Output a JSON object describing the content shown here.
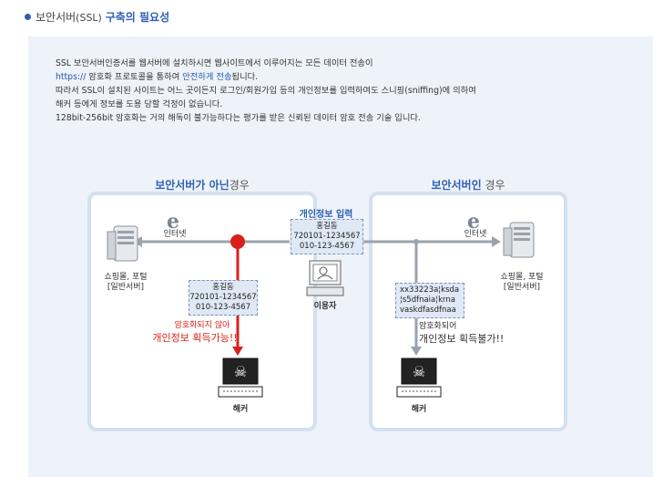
{
  "header": {
    "prefix": "보안서버",
    "ssl": "(SSL)",
    "strong": "구축의 필요성"
  },
  "intro": {
    "line1": "SSL 보안서버인증서를 웹서버에 설치하시면 웹사이트에서 이루어지는 모든 데이터 전송이",
    "line2_link": "https://",
    "line2_mid": " 암호화 프로토콜을 통하여 ",
    "line2_safe": "안전하게 전송",
    "line2_end": "됩니다.",
    "line3": "따라서 SSL이 설치된 사이트는 어느 곳이든지 로그인/회원가입 등의 개인정보를 입력하여도 스니핑(sniffing)에 의하여",
    "line4": "해커 등에게 정보를 도용 당할 걱정이 없습니다.",
    "line5": "128bit-256bit 암호화는 거의 해독이 불가능하다는 평가를 받은 신뢰된 데이터 암호 전송 기술 입니다."
  },
  "left": {
    "title_strong": "보안서버가 아닌",
    "title_plain": "경우",
    "internet": "인터넷",
    "server_label1": "쇼핑몰, 포털",
    "server_label2": "[일반서버]",
    "data": [
      "홍길동",
      "720101-1234567",
      "010-123-4567"
    ],
    "warn1": "암호화되지 않아",
    "warn2": "개인정보 획득가능!!",
    "hacker": "해커"
  },
  "center": {
    "title": "개인정보 입력",
    "data": [
      "홍길동",
      "720101-1234567",
      "010-123-4567"
    ],
    "user": "이용자"
  },
  "right": {
    "title_strong": "보안서버인",
    "title_plain": " 경우",
    "internet": "인터넷",
    "server_label1": "쇼핑몰, 포털",
    "server_label2": "[일반서버]",
    "data": [
      "xx33223a¦ksda",
      "¦s5dfnaia¦krna",
      "vaskdfasdfnaa"
    ],
    "note1": "암호화되어",
    "note2": "개인정보 획득불가!!",
    "hacker": "해커"
  },
  "colors": {
    "accent": "#2f5fb3",
    "danger": "#d9211b",
    "line": "#9aa3ad",
    "panel": "#eef3f9"
  }
}
